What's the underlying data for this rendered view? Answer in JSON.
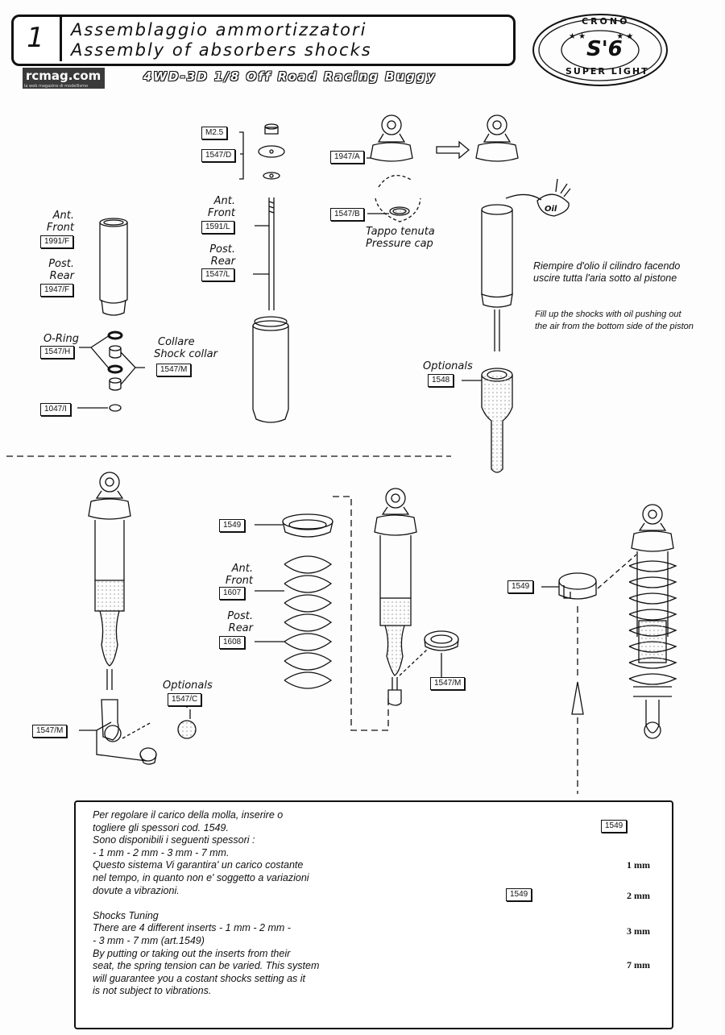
{
  "header": {
    "step_number": "1",
    "title_it": "Assemblaggio ammortizzatori",
    "title_en": "Assembly of absorbers shocks",
    "site_logo": "rcmag.com",
    "site_tagline": "la web magazine di modellismo",
    "subtitle": "4WD-3D 1/8 Off Road Racing Buggy",
    "logo": {
      "top": "CRONO",
      "center": "S'6",
      "bottom": "SUPER LIGHT"
    }
  },
  "parts": {
    "p1991f": "1991/F",
    "p1947f": "1947/F",
    "p1547h": "1547/H",
    "p1547m_collar": "1547/M",
    "p1047i": "1047/I",
    "pm25": "M2.5",
    "p1547d": "1547/D",
    "p1591l": "1591/L",
    "p1547l": "1547/L",
    "p1947a": "1947/A",
    "p1547b": "1547/B",
    "p1548": "1548",
    "p1547m_bl": "1547/M",
    "p1547c": "1547/C",
    "p1549_a": "1549",
    "p1607": "1607",
    "p1608": "1608",
    "p1547m_mid": "1547/M",
    "p1549_b": "1549",
    "p1549_c": "1549",
    "p1549_d": "1549"
  },
  "labels": {
    "ant_front_1": [
      "Ant.",
      "Front"
    ],
    "post_rear_1": [
      "Post.",
      "Rear"
    ],
    "oring": "O-Ring",
    "collar": [
      "Collare",
      "Shock collar"
    ],
    "ant_front_2": [
      "Ant.",
      "Front"
    ],
    "post_rear_2": [
      "Post.",
      "Rear"
    ],
    "pressure_cap": [
      "Tappo tenuta",
      "Pressure cap"
    ],
    "optionals_1": "Optionals",
    "optionals_2": "Optionals",
    "ant_front_3": [
      "Ant.",
      "Front"
    ],
    "post_rear_3": [
      "Post.",
      "Rear"
    ],
    "oil": "Oil"
  },
  "notes": {
    "fill_it": [
      "Riempire d'olio il cilindro facendo",
      "uscire tutta l'aria sotto al pistone"
    ],
    "fill_en": [
      "Fill up the shocks with oil pushing out",
      "the air from the bottom side of the piston"
    ]
  },
  "tuning": {
    "text": [
      "Per regolare il carico della molla, inserire o",
      "togliere gli spessori cod. 1549.",
      "Sono disponibili i seguenti spessori :",
      "- 1 mm - 2 mm - 3 mm - 7 mm.",
      "Questo sistema Vi garantira' un carico costante",
      "nel tempo, in quanto non e' soggetto a variazioni",
      "dovute a vibrazioni.",
      "",
      "Shocks Tuning",
      "There are 4 different inserts - 1 mm - 2 mm -",
      "- 3 mm - 7 mm (art.1549)",
      "By putting or taking out the inserts from their",
      "seat, the spring tension can be varied. This system",
      "will guarantee you a costant shocks setting as it",
      "is not subject to vibrations."
    ],
    "sizes": [
      "1 mm",
      "2 mm",
      "3 mm",
      "7 mm"
    ]
  },
  "colors": {
    "ink": "#111111",
    "paper": "#fdfdfd",
    "dot_fill": "#c8c8c8"
  }
}
